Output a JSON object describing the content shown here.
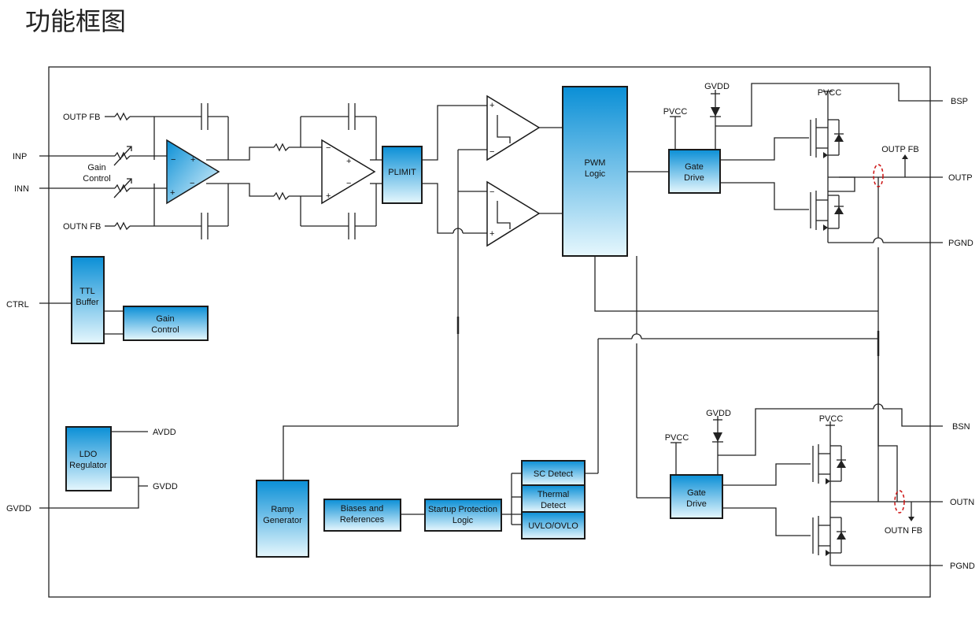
{
  "title": "功能框图",
  "colors": {
    "block_top": "#0a8fd6",
    "block_bottom": "#e6f7fd",
    "wire": "#222222",
    "highlight": "#cc1111"
  },
  "pins": {
    "outp_fb_in": "OUTP FB",
    "inp": "INP",
    "inn": "INN",
    "outn_fb_in": "OUTN FB",
    "ctrl": "CTRL",
    "gvdd_in": "GVDD",
    "avdd": "AVDD",
    "gvdd_out": "GVDD",
    "bsp": "BSP",
    "outp": "OUTP",
    "pgnd_top": "PGND",
    "bsn": "BSN",
    "outn": "OUTN",
    "pgnd_bottom": "PGND",
    "outp_fb_out": "OUTP FB",
    "outn_fb_out": "OUTN FB"
  },
  "supplies": {
    "gvdd_top": "GVDD",
    "pvcc_top_gate": "PVCC",
    "pvcc_top_fet": "PVCC",
    "gvdd_bottom": "GVDD",
    "pvcc_bottom_gate": "PVCC",
    "pvcc_bottom_fet": "PVCC"
  },
  "blocks": {
    "gain_control_label": [
      "Gain",
      "Control"
    ],
    "plimit": "PLIMIT",
    "pwm_logic": [
      "PWM",
      "Logic"
    ],
    "gate_drive_top": [
      "Gate",
      "Drive"
    ],
    "gate_drive_bottom": [
      "Gate",
      "Drive"
    ],
    "ttl_buffer": [
      "TTL",
      "Buffer"
    ],
    "gain_control_block": [
      "Gain",
      "Control"
    ],
    "ldo_regulator": [
      "LDO",
      "Regulator"
    ],
    "ramp_generator": [
      "Ramp",
      "Generator"
    ],
    "biases_references": [
      "Biases and",
      "References"
    ],
    "startup_protection": [
      "Startup Protection",
      "Logic"
    ],
    "sc_detect": "SC Detect",
    "thermal_detect": [
      "Thermal",
      "Detect"
    ],
    "uvlo_ovlo": "UVLO/OVLO"
  }
}
